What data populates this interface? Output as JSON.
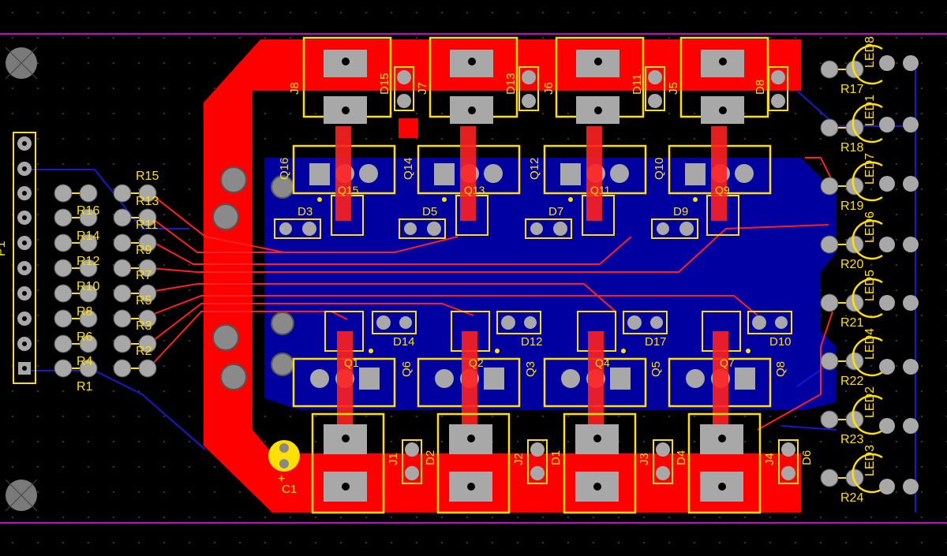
{
  "title": "PCB Layout",
  "colors": {
    "background": "#000000",
    "grid_dot": "#3a3a3a",
    "board_edge": "#a020a0",
    "top_copper": "#ff0000",
    "bottom_copper": "#0000a0",
    "bottom_trace": "#1010c0",
    "silkscreen": "#ffe000",
    "pad_gray": "#a8a8a8",
    "pad_hole": "#888888",
    "mount_hole": "#808080"
  },
  "connector": {
    "label": "P1"
  },
  "resistors_left": [
    {
      "label": "R15"
    },
    {
      "label": "R16"
    },
    {
      "label": "R14"
    },
    {
      "label": "R12"
    },
    {
      "label": "R10"
    },
    {
      "label": "R8"
    },
    {
      "label": "R6"
    },
    {
      "label": "R4"
    },
    {
      "label": "R1"
    },
    {
      "label": "R13"
    },
    {
      "label": "R11"
    },
    {
      "label": "R9"
    },
    {
      "label": "R7"
    },
    {
      "label": "R5"
    },
    {
      "label": "R3"
    },
    {
      "label": "R2"
    }
  ],
  "top_row": {
    "headers": [
      "J8",
      "J7",
      "J6",
      "J5"
    ],
    "diodes_vertical": [
      "D15",
      "D13",
      "D11",
      "D8"
    ],
    "transistors_a": [
      "Q16",
      "Q14",
      "Q12",
      "Q10"
    ],
    "transistors_b": [
      "Q15",
      "Q13",
      "Q11",
      "Q9"
    ],
    "diodes": [
      "D3",
      "D5",
      "D7",
      "D9"
    ]
  },
  "bottom_row": {
    "diodes": [
      "D14",
      "D12",
      "D17",
      "D10"
    ],
    "transistors_a": [
      "Q1",
      "Q2",
      "Q4",
      "Q7"
    ],
    "transistors_b": [
      "Q6",
      "Q3",
      "Q5",
      "Q8"
    ],
    "headers": [
      "J1",
      "J2",
      "J3",
      "J4"
    ],
    "diodes_vertical": [
      "D2",
      "D1",
      "D4",
      "D6"
    ]
  },
  "capacitor": {
    "label": "C1",
    "polarity": "+"
  },
  "resistors_right": [
    "R17",
    "R18",
    "R19",
    "R20",
    "R21",
    "R22",
    "R23",
    "R24"
  ],
  "leds": [
    "LED8",
    "LED1",
    "LED7",
    "LED6",
    "LED5",
    "LED4",
    "LED2",
    "LED3"
  ]
}
